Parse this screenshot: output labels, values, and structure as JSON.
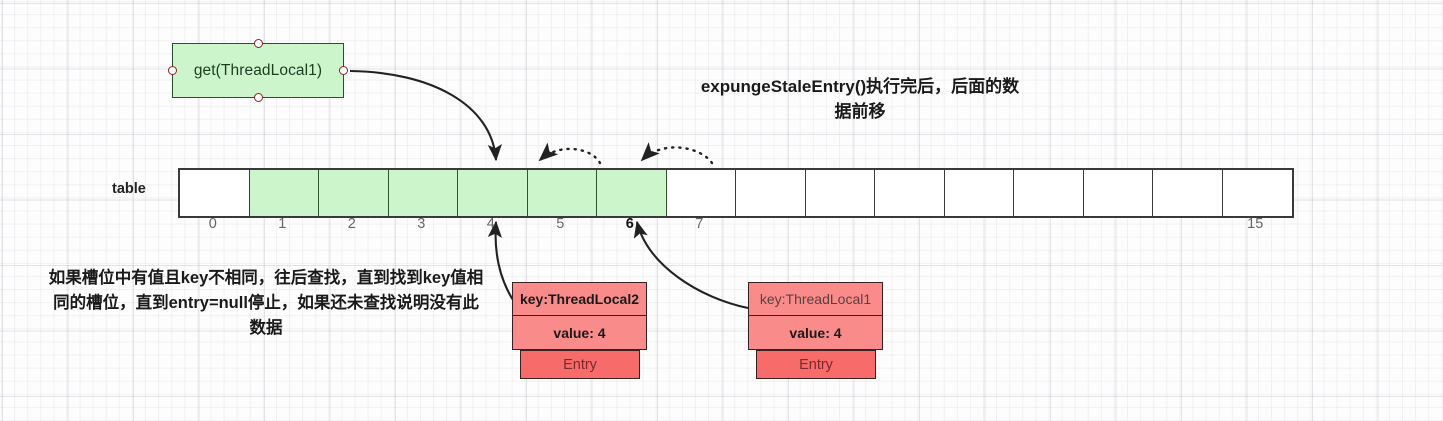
{
  "heading": {
    "text": "expungeStaleEntry()执行完后，后面的数据前移"
  },
  "method_box": {
    "label": "get(ThreadLocal1)"
  },
  "table": {
    "label": "table",
    "cells": [
      {
        "index": "0",
        "filled": false,
        "index_visible": true
      },
      {
        "index": "1",
        "filled": true,
        "index_visible": true
      },
      {
        "index": "2",
        "filled": true,
        "index_visible": true
      },
      {
        "index": "3",
        "filled": true,
        "index_visible": true
      },
      {
        "index": "4",
        "filled": true,
        "index_visible": true
      },
      {
        "index": "5",
        "filled": true,
        "index_visible": true
      },
      {
        "index": "6",
        "filled": true,
        "index_visible": true,
        "strong": true
      },
      {
        "index": "7",
        "filled": false,
        "index_visible": true
      },
      {
        "index": "8",
        "filled": false,
        "index_visible": false
      },
      {
        "index": "9",
        "filled": false,
        "index_visible": false
      },
      {
        "index": "10",
        "filled": false,
        "index_visible": false
      },
      {
        "index": "11",
        "filled": false,
        "index_visible": false
      },
      {
        "index": "12",
        "filled": false,
        "index_visible": false
      },
      {
        "index": "13",
        "filled": false,
        "index_visible": false
      },
      {
        "index": "14",
        "filled": false,
        "index_visible": false
      },
      {
        "index": "15",
        "filled": false,
        "index_visible": true
      }
    ]
  },
  "note": {
    "text": "如果槽位中有值且key不相同，往后查找，直到找到key值相同的槽位，直到entry=null停止，如果还未查找说明没有此数据"
  },
  "entries": [
    {
      "key": "key:ThreadLocal2",
      "value": "value: 4",
      "title": "Entry"
    },
    {
      "key": "key:ThreadLocal1",
      "value": "value: 4",
      "title": "Entry"
    }
  ],
  "colors": {
    "cell_filled": "#ccf5cc",
    "cell_empty": "#ffffff",
    "entry_kv": "#f98b8b",
    "entry_title": "#f76b6b",
    "method_box": "#ccf5cc",
    "connector": "#8b2020"
  }
}
